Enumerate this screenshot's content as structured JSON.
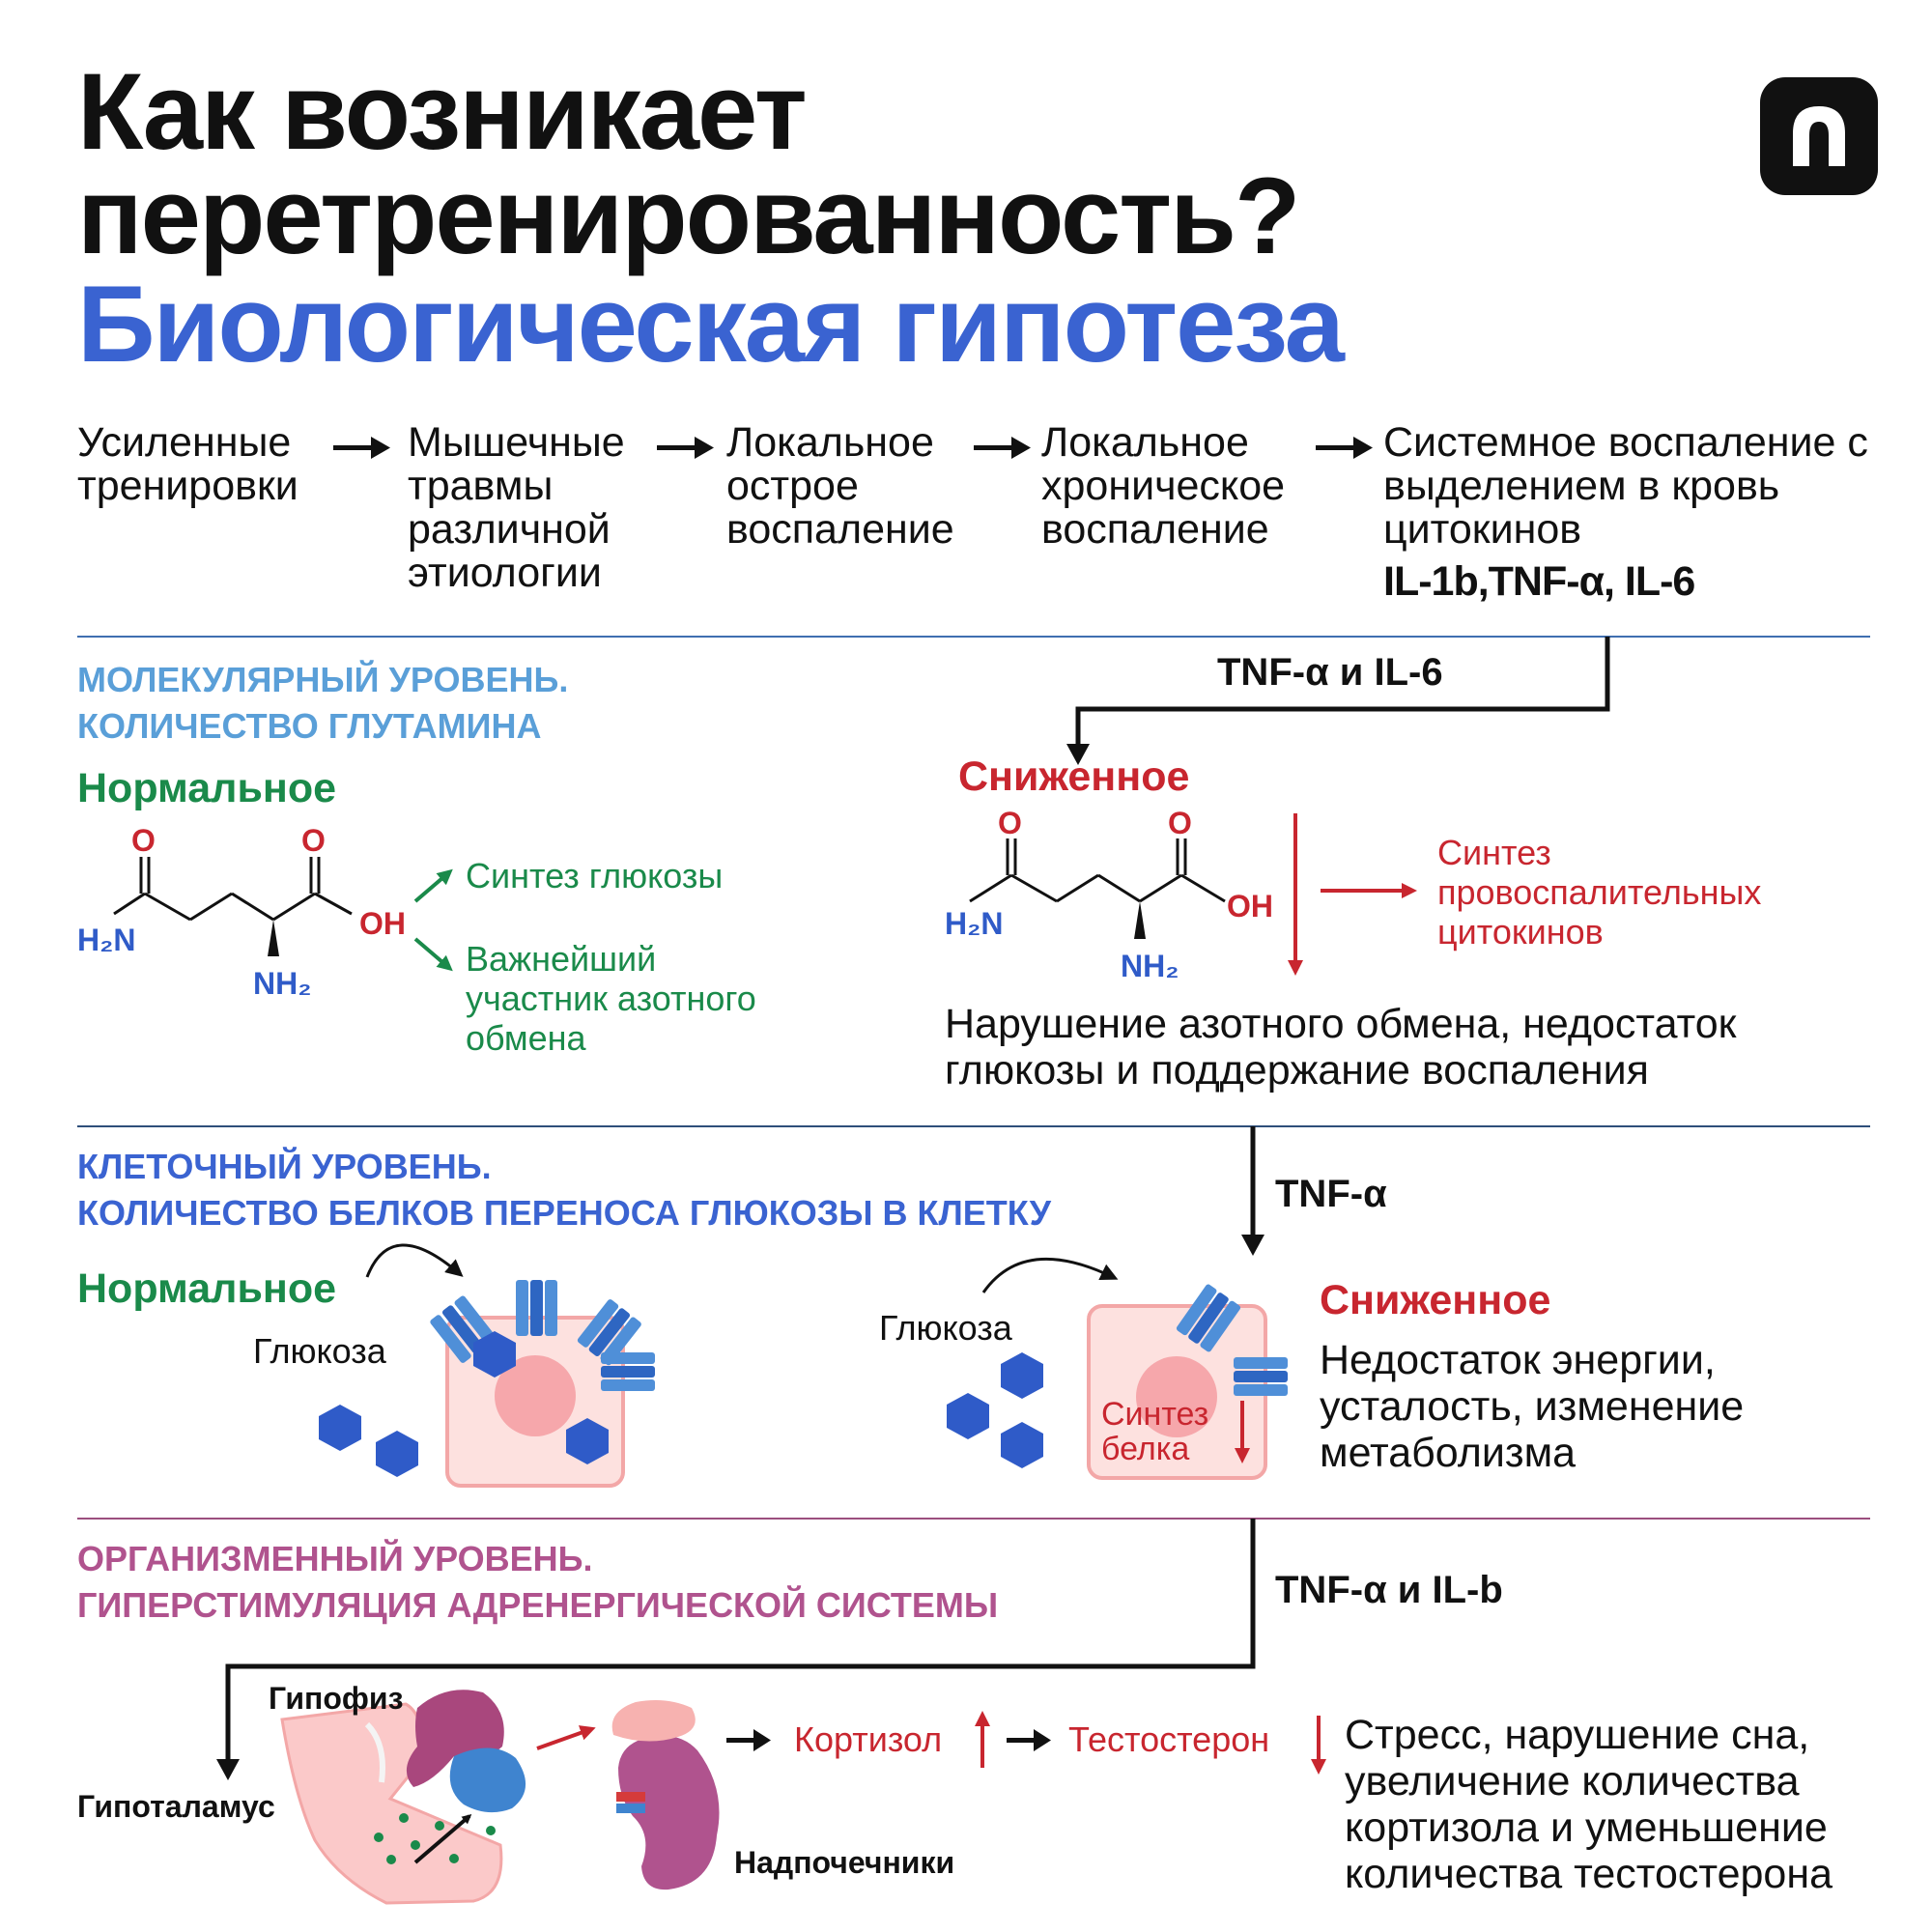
{
  "title": "Как возникает перетренированность?",
  "subtitle": "Биологическая гипотеза",
  "flow": {
    "step1": "Усиленные тренировки",
    "step2": "Мышечные травмы различной этиологии",
    "step3": "Локальное острое воспаление",
    "step4": "Локальное хроническое воспаление",
    "step5": "Системное воспаление с выделением в кровь цитокинов",
    "step5_bold": "IL-1b,TNF-α, IL-6"
  },
  "molecular": {
    "header_line1": "МОЛЕКУЛЯРНЫЙ УРОВЕНЬ.",
    "header_line2": "КОЛИЧЕСТВО ГЛУТАМИНА",
    "trigger": "TNF-α и IL-6",
    "normal_label": "Нормальное",
    "normal_effect1": "Синтез глюкозы",
    "normal_effect2": "Важнейший участник азотного обмена",
    "reduced_label": "Сниженное",
    "reduced_effect": "Синтез провоспалительных цитокинов",
    "consequence": "Нарушение азотного обмена, недостаток глюкозы и поддержание воспаления",
    "atom_o": "O",
    "atom_oh": "OH",
    "atom_h2n": "H₂N",
    "atom_nh2": "NH₂"
  },
  "cellular": {
    "header_line1": "КЛЕТОЧНЫЙ УРОВЕНЬ.",
    "header_line2": "КОЛИЧЕСТВО БЕЛКОВ ПЕРЕНОСА ГЛЮКОЗЫ В КЛЕТКУ",
    "trigger": "TNF-α",
    "normal_label": "Нормальное",
    "glucose_label": "Глюкоза",
    "reduced_label": "Сниженное",
    "protein_synthesis": "Синтез белка",
    "consequence": "Недостаток энергии, усталость, изменение метаболизма"
  },
  "organism": {
    "header_line1": "ОРГАНИЗМЕННЫЙ УРОВЕНЬ.",
    "header_line2": "ГИПЕРСТИМУЛЯЦИЯ АДРЕНЕРГИЧЕСКОЙ СИСТЕМЫ",
    "trigger": "TNF-α и IL-b",
    "pituitary": "Гипофиз",
    "hypothalamus": "Гипоталамус",
    "adrenals": "Надпочечники",
    "cortisol": "Кортизол",
    "testosterone": "Тестостерон",
    "consequence": "Стресс, нарушение сна, увеличение количества кортизола и уменьшение количества тестостерона"
  },
  "colors": {
    "dark": "#111111",
    "blue": "#3a63d1",
    "light_blue": "#5a9fd8",
    "green": "#1a8a4a",
    "red": "#c8262f",
    "purple": "#b0538e",
    "pink": "#fcdedd",
    "hexagon": "#2f5bc8"
  },
  "icons": [
    "brand-logo-icon",
    "arrow-right-icon",
    "glucose-hexagon-icon",
    "glut-transporter-icon",
    "kidney-icon",
    "brain-icon"
  ]
}
